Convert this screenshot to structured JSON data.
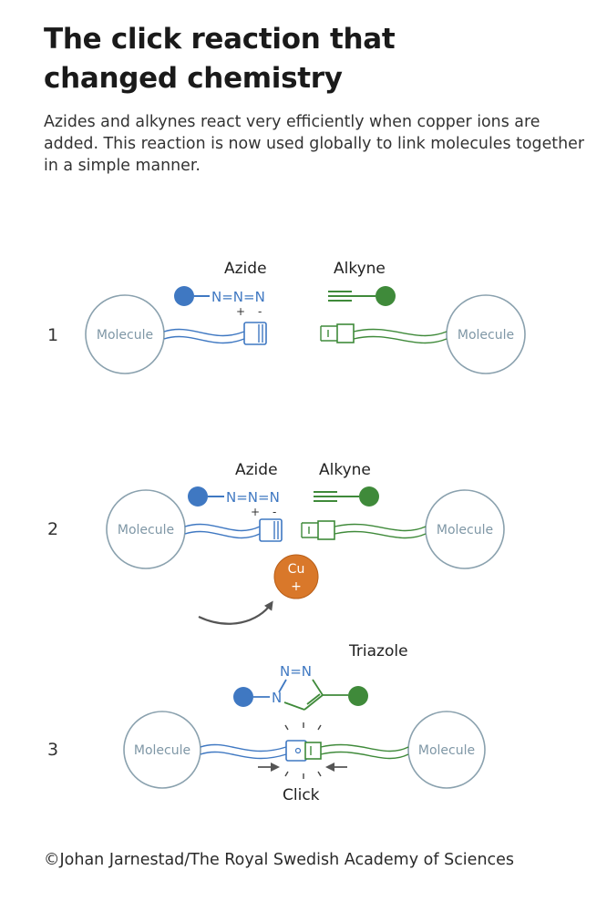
{
  "header": {
    "title_line1": "The click reaction that",
    "title_line2": "changed chemistry",
    "intro": "Azides and alkynes react very efficiently when copper ions are added. This reaction is now used globally to link molecules together in a simple manner."
  },
  "labels": {
    "azide": "Azide",
    "alkyne": "Alkyne",
    "triazole": "Triazole",
    "click": "Click",
    "molecule": "Molecule",
    "azide_formula": "N=N=N",
    "triazole_top": "N=N",
    "triazole_n": "N",
    "plus": "+",
    "minus": "-",
    "cu": "Cu",
    "cu_charge": "+"
  },
  "steps": [
    "1",
    "2",
    "3"
  ],
  "colors": {
    "azide": "#3f78c2",
    "alkyne": "#3f8a3a",
    "molecule": "#8aa1ae",
    "copper": "#d9782a",
    "arrow": "#555555"
  },
  "footer": {
    "credit": "©Johan Jarnestad/The Royal Swedish Academy of Sciences"
  }
}
